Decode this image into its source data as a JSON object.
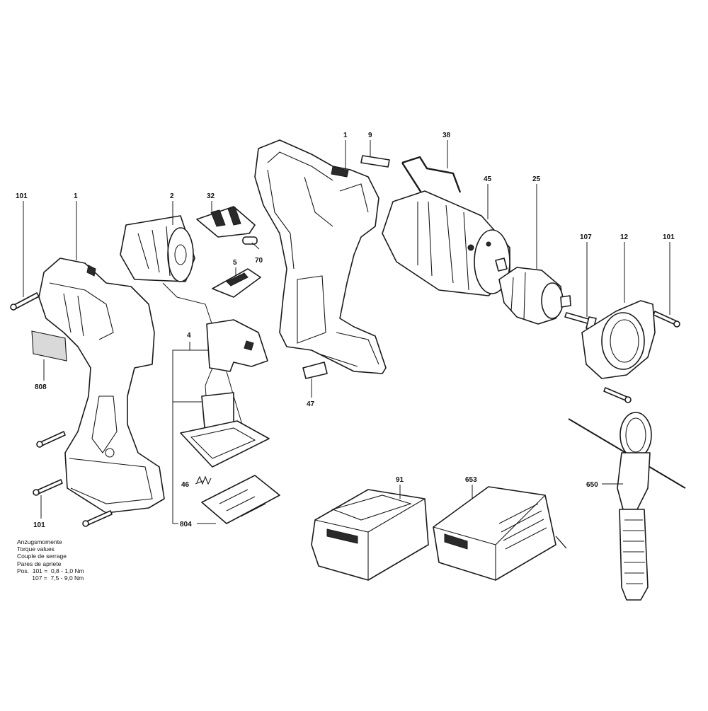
{
  "callouts": [
    {
      "id": "c101a",
      "text": "101"
    },
    {
      "id": "c1a",
      "text": "1"
    },
    {
      "id": "c2",
      "text": "2"
    },
    {
      "id": "c32",
      "text": "32"
    },
    {
      "id": "c70",
      "text": "70"
    },
    {
      "id": "c5",
      "text": "5"
    },
    {
      "id": "c4",
      "text": "4"
    },
    {
      "id": "c808",
      "text": "808"
    },
    {
      "id": "c46",
      "text": "46"
    },
    {
      "id": "c804",
      "text": "804"
    },
    {
      "id": "c101b",
      "text": "101"
    },
    {
      "id": "c1b",
      "text": "1"
    },
    {
      "id": "c9",
      "text": "9"
    },
    {
      "id": "c38",
      "text": "38"
    },
    {
      "id": "c45",
      "text": "45"
    },
    {
      "id": "c25",
      "text": "25"
    },
    {
      "id": "c107",
      "text": "107"
    },
    {
      "id": "c12",
      "text": "12"
    },
    {
      "id": "c101c",
      "text": "101"
    },
    {
      "id": "c47",
      "text": "47"
    },
    {
      "id": "c91",
      "text": "91"
    },
    {
      "id": "c653",
      "text": "653"
    },
    {
      "id": "c650",
      "text": "650"
    }
  ],
  "torque_note": {
    "lines": [
      "Anzugsmomente",
      "Torque values",
      "Couple de serrage",
      "Pares de apriete",
      "Pos.  101 =  0,8 - 1,0 Nm",
      "         107 =  7,5 - 9,0 Nm"
    ]
  },
  "colors": {
    "line": "#1a1a1a",
    "background": "#ffffff",
    "shade": "#d9d9d9"
  }
}
